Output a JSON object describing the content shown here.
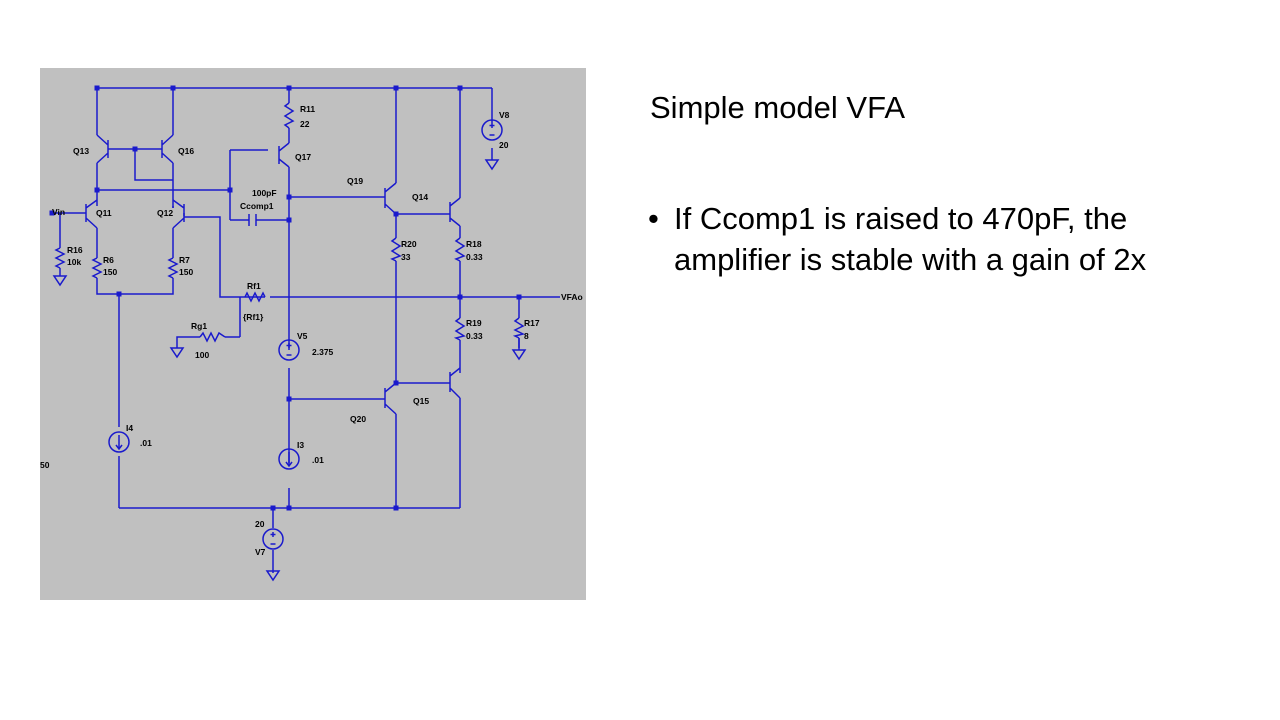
{
  "slide": {
    "title": "Simple model VFA",
    "bullets": [
      {
        "marker": "•",
        "text": "If Ccomp1 is raised to 470pF, the amplifier is stable with a gain of 2x"
      }
    ]
  },
  "schematic": {
    "wire_color": "#1a1acc",
    "background": "#c0c0c0",
    "labels": {
      "q13": "Q13",
      "q16": "Q16",
      "q11": "Q11",
      "q12": "Q12",
      "q17": "Q17",
      "q19": "Q19",
      "q14": "Q14",
      "q20": "Q20",
      "q15": "Q15",
      "vin": "Vin",
      "r16": "R16",
      "r16_val": "10k",
      "r6": "R6",
      "r6_val": "150",
      "r7": "R7",
      "r7_val": "150",
      "r11": "R11",
      "r11_val": "22",
      "r20": "R20",
      "r20_val": "33",
      "r18": "R18",
      "r18_val": "0.33",
      "r19": "R19",
      "r19_val": "0.33",
      "r17": "R17",
      "r17_val": "8",
      "rf1": "Rf1",
      "rf1_val": "{Rf1}",
      "rg1": "Rg1",
      "rg1_val": "100",
      "ccomp_val": "100pF",
      "ccomp": "Ccomp1",
      "v8": "V8",
      "v8_val": "20",
      "v5": "V5",
      "v5_val": "2.375",
      "v7": "V7",
      "v7_val": "20",
      "i4": "I4",
      "i4_val": ".01",
      "i3": "I3",
      "i3_val": ".01",
      "vfao": "VFAo",
      "edge": "50"
    }
  }
}
